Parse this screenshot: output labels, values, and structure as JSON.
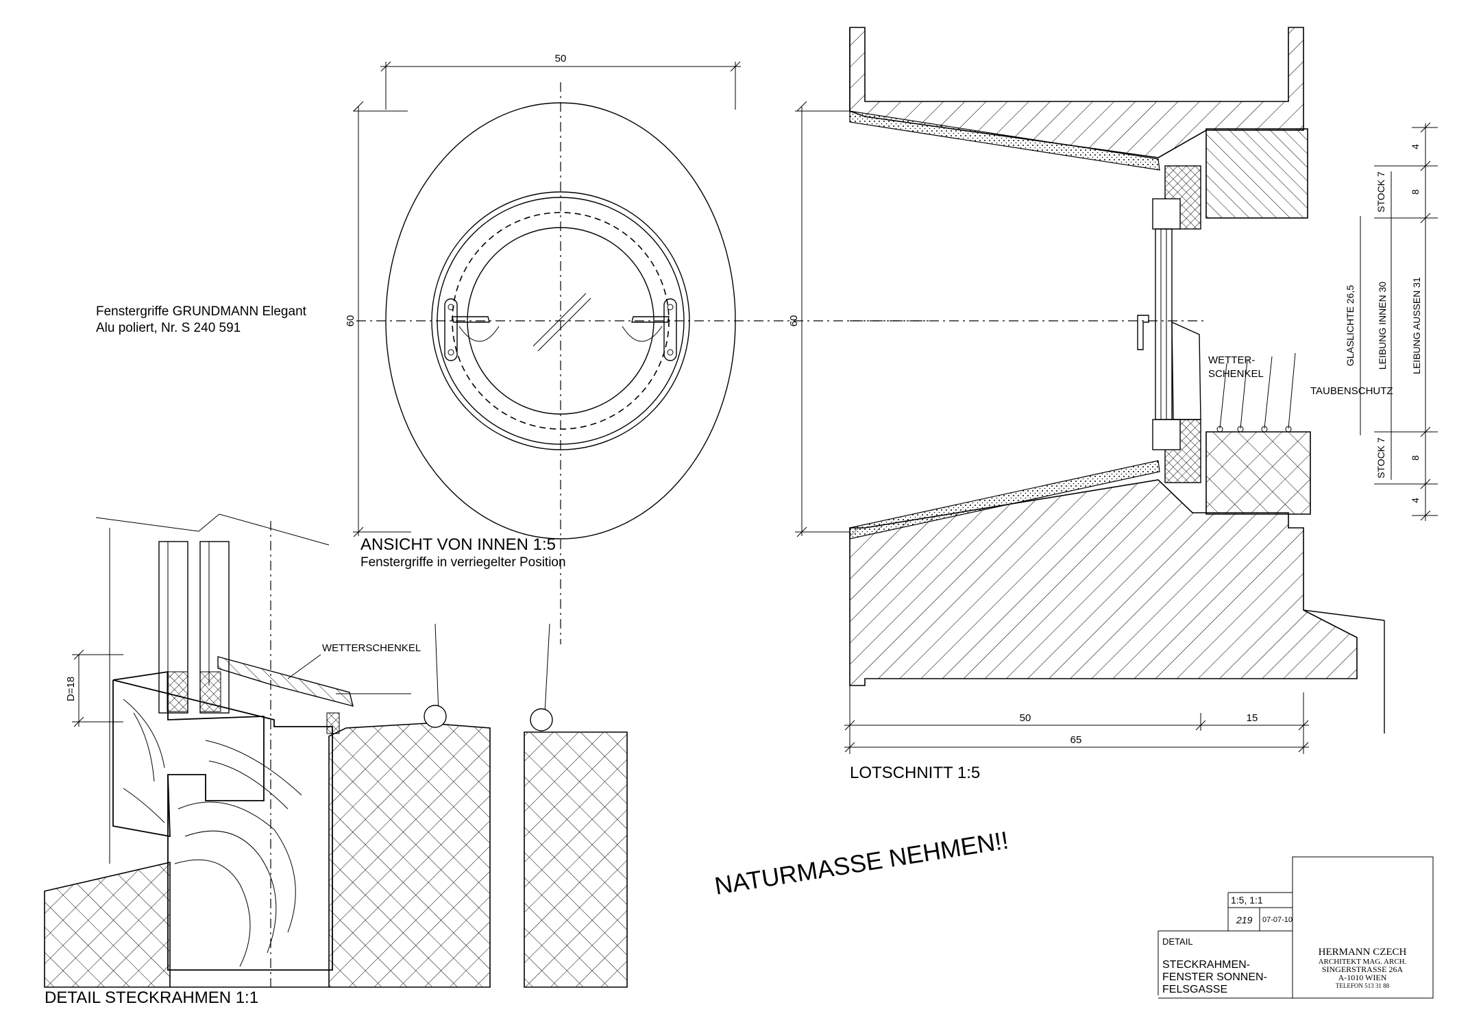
{
  "handle_note": {
    "line1": "Fenstergriffe GRUNDMANN Elegant",
    "line2": "Alu poliert, Nr. S 240 591"
  },
  "view_inside": {
    "title": "ANSICHT VON INNEN   1:5",
    "subtitle": "Fenstergriffe in verriegelter Position",
    "dim_width": "50",
    "dim_height_left": "60",
    "dim_height_right": "60"
  },
  "section": {
    "title": "LOTSCHNITT   1:5",
    "dim_50": "50",
    "dim_15": "15",
    "dim_65": "65",
    "label_wetter": [
      "WETTER-",
      "SCHENKEL"
    ],
    "label_tauben": "TAUBENSCHUTZ",
    "label_glas": "GLASLICHTE  26,5",
    "label_leibung_innen": "LEIBUNG  INNEN  30",
    "label_leibung_aussen": "LEIBUNG  AUSSEN  31",
    "label_stock_top": "STOCK  7",
    "label_stock_bottom": "STOCK  7",
    "dim_4_top": "4",
    "dim_8_top": "8",
    "dim_8_bottom": "8",
    "dim_4_bottom": "4"
  },
  "detail": {
    "title": "DETAIL STECKRAHMEN   1:1",
    "label_wetter": "WETTERSCHENKEL",
    "dim_d": "D=18"
  },
  "stamp": "NATURMASSE NEHMEN!!",
  "title_block": {
    "scale": "1:5, 1:1",
    "number": "219",
    "date": "07-07-10",
    "type": "DETAIL",
    "project_line1": "STECKRAHMEN-",
    "project_line2": "FENSTER SONNEN-",
    "project_line3": "FELSGASSE",
    "architect_name": "HERMANN CZECH",
    "architect_line1": "ARCHITEKT MAG. ARCH.",
    "architect_line2": "SINGERSTRASSE 26A",
    "architect_line3": "A-1010 WIEN",
    "architect_line4": "TELEFON 513 31 88"
  }
}
